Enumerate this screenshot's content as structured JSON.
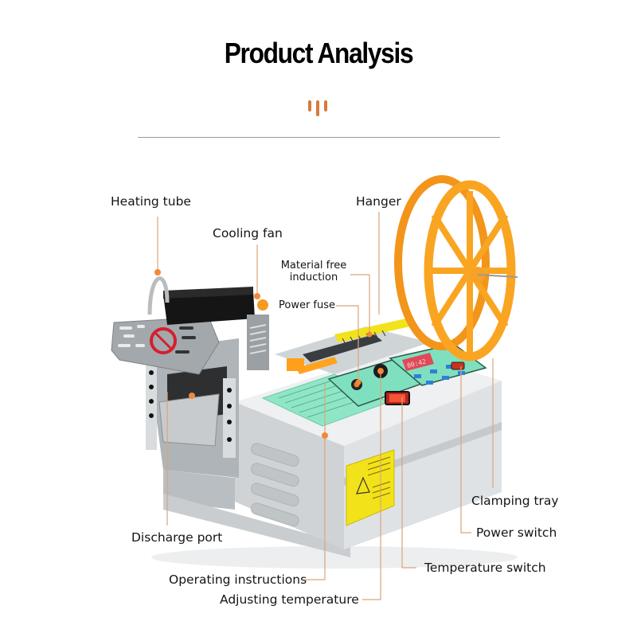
{
  "header": {
    "title": "Product Analysis",
    "ornament_color": "#d77a3a"
  },
  "colors": {
    "leader_line": "#d9a57a",
    "leader_dot": "#f08a3a",
    "reel": "#f5a018",
    "panel_green": "#7fe0bf",
    "body_gray": "#d4d8da"
  },
  "callouts": {
    "heating_tube": "Heating tube",
    "cooling_fan": "Cooling fan",
    "hanger": "Hanger",
    "material_free_induction_line1": "Material free",
    "material_free_induction_line2": "induction",
    "power_fuse": "Power fuse",
    "discharge_port": "Discharge port",
    "operating_instructions": "Operating instructions",
    "adjusting_temperature": "Adjusting temperature",
    "clamping_tray": "Clamping tray",
    "power_switch": "Power switch",
    "temperature_switch": "Temperature switch"
  },
  "machine": {
    "display_reading": "00:42"
  }
}
